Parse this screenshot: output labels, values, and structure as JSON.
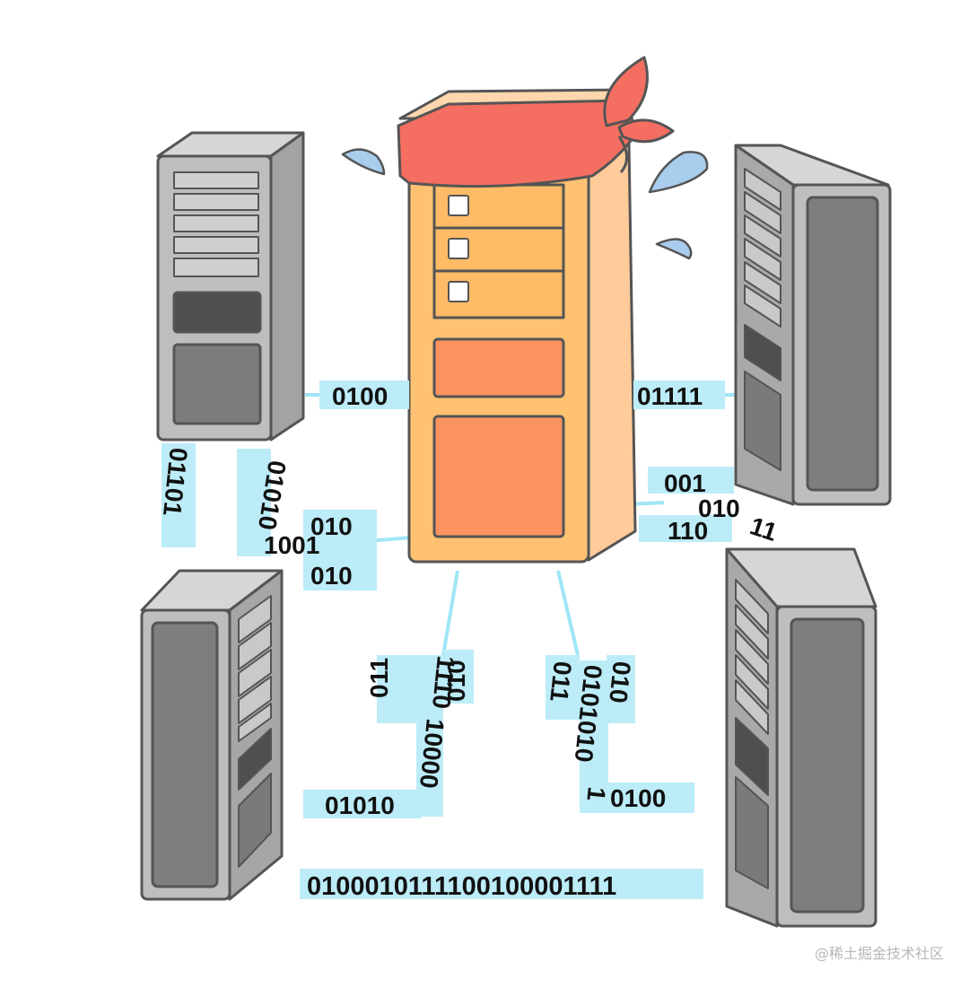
{
  "illustration": {
    "colors": {
      "central_server_front": "#ffc272",
      "central_server_side": "#ffcb9a",
      "central_server_panel": "#fb9461",
      "headband": "#f46f61",
      "sweat_drop": "#a9cdec",
      "peer_server": "#b5b5b5",
      "data_strip": "#bcecf8",
      "outline": "#555555"
    },
    "bit_labels": {
      "left_link": "0100",
      "right_link": "01111",
      "left_cluster": {
        "top": "010",
        "middle": "1001",
        "bottom": "010"
      },
      "left_server_down_a": "01101",
      "left_server_down_b": "01010",
      "right_cluster": {
        "top": "001",
        "middle": "010",
        "bottom": "110",
        "edge": "11"
      },
      "center_left": {
        "a": "011",
        "b": "1110",
        "c": "010",
        "d": "10000",
        "e": "01010"
      },
      "center_right": {
        "a": "011",
        "b": "010",
        "c": "0101010",
        "d": "1",
        "e": "0100"
      },
      "bottom_stream": "0100010111100100001111"
    },
    "watermark": "@稀土掘金技术社区"
  }
}
